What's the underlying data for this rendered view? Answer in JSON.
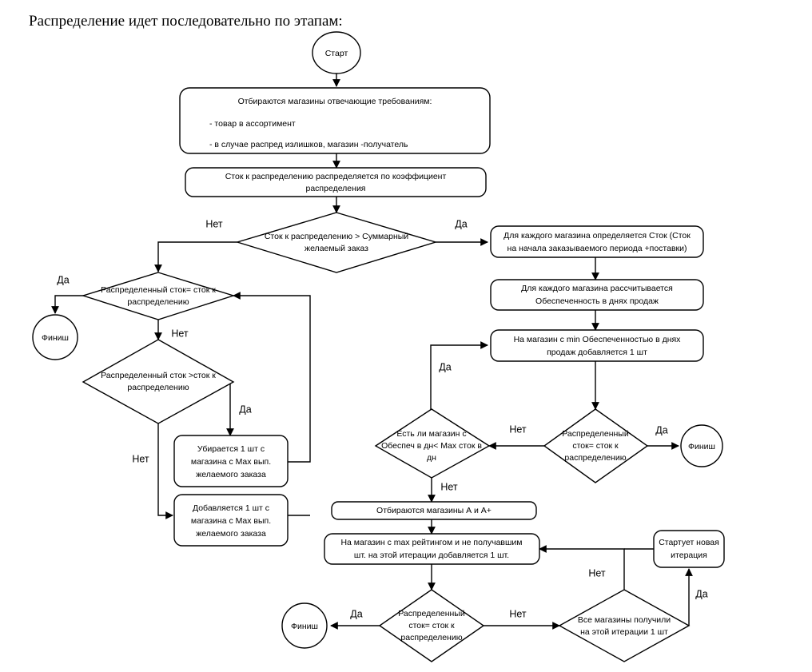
{
  "caption": "Распределение идет последовательно по этапам:",
  "diagram": {
    "type": "flowchart",
    "nodes": {
      "start": {
        "label": "Старт",
        "shape": "ellipse"
      },
      "select_stores": {
        "shape": "rounded-rect",
        "lines": [
          "Отбираются магазины отвечающие требованиям:",
          "- товар в ассортимент",
          "- в случае распред излишков, магазин -получатель"
        ]
      },
      "distribute_by_coef": {
        "shape": "rounded-rect",
        "lines": [
          "Сток к распределению распределяется по коэффициент",
          "распределения"
        ]
      },
      "cond_stock_gt_order": {
        "shape": "diamond",
        "lines": [
          "Сток к распределению > Суммарный",
          "желаемый заказ"
        ]
      },
      "cond_dist_eq_stock_left": {
        "shape": "diamond",
        "lines": [
          "Распределенный сток= сток к",
          "распределению"
        ]
      },
      "finish_left": {
        "label": "Финиш",
        "shape": "circle"
      },
      "cond_dist_gt_stock": {
        "shape": "diamond",
        "lines": [
          "Распределенный сток >сток к",
          "распределению"
        ]
      },
      "remove_one": {
        "shape": "rounded-rect",
        "lines": [
          "Убирается 1 шт с",
          "магазина с Max вып.",
          "желаемого заказа"
        ]
      },
      "add_one": {
        "shape": "rounded-rect",
        "lines": [
          "Добавляется 1 шт с",
          "магазина с Max вып.",
          "желаемого заказа"
        ]
      },
      "calc_stock": {
        "shape": "rounded-rect",
        "lines": [
          "Для каждого магазина определяется Сток (Сток",
          "на начала заказываемого периода +поставки)"
        ]
      },
      "calc_coverage": {
        "shape": "rounded-rect",
        "lines": [
          "Для каждого магазина рассчитывается",
          "Обеспеченность в днях продаж"
        ]
      },
      "add_min_coverage": {
        "shape": "rounded-rect",
        "lines": [
          "На магазин с min Обеспеченностью в днях",
          "продаж добавляется 1 шт"
        ]
      },
      "cond_dist_eq_stock_right": {
        "shape": "diamond",
        "lines": [
          "Распределенный",
          "сток= сток к",
          "распределению"
        ]
      },
      "finish_right": {
        "label": "Финиш",
        "shape": "circle"
      },
      "cond_store_coverage": {
        "shape": "diamond",
        "lines": [
          "Есть ли магазин с",
          "Обеспеч в дн< Max сток в",
          "дн"
        ]
      },
      "select_a_stores": {
        "shape": "rounded-rect",
        "lines": [
          "Отбираются магазины А и А+"
        ]
      },
      "add_max_rating": {
        "shape": "rounded-rect",
        "lines": [
          "На магазин с max рейтингом и не получавшим",
          "шт. на этой итерации добавляется 1 шт."
        ]
      },
      "cond_dist_eq_stock_bottom": {
        "shape": "diamond",
        "lines": [
          "Распределенный",
          "сток= сток к",
          "распределению"
        ]
      },
      "finish_bottom": {
        "label": "Финиш",
        "shape": "circle"
      },
      "cond_all_stores": {
        "shape": "diamond",
        "lines": [
          "Все магазины получили",
          "на этой итерации 1 шт"
        ]
      },
      "new_iteration": {
        "shape": "rounded-rect",
        "lines": [
          "Стартует новая",
          "итерация"
        ]
      }
    },
    "edge_labels": {
      "no_1": "Нет",
      "yes_1": "Да",
      "yes_left_finish": "Да",
      "no_left_1": "Нет",
      "yes_remove": "Да",
      "no_left_2": "Нет",
      "yes_right_finish": "Да",
      "no_right_1": "Нет",
      "yes_coverage_loop": "Да",
      "no_coverage": "Нет",
      "yes_bottom_finish": "Да",
      "no_bottom_1": "Нет",
      "no_iteration": "Нет",
      "yes_iteration": "Да"
    },
    "colors": {
      "stroke": "#000000",
      "fill": "#ffffff",
      "text": "#000000"
    }
  }
}
